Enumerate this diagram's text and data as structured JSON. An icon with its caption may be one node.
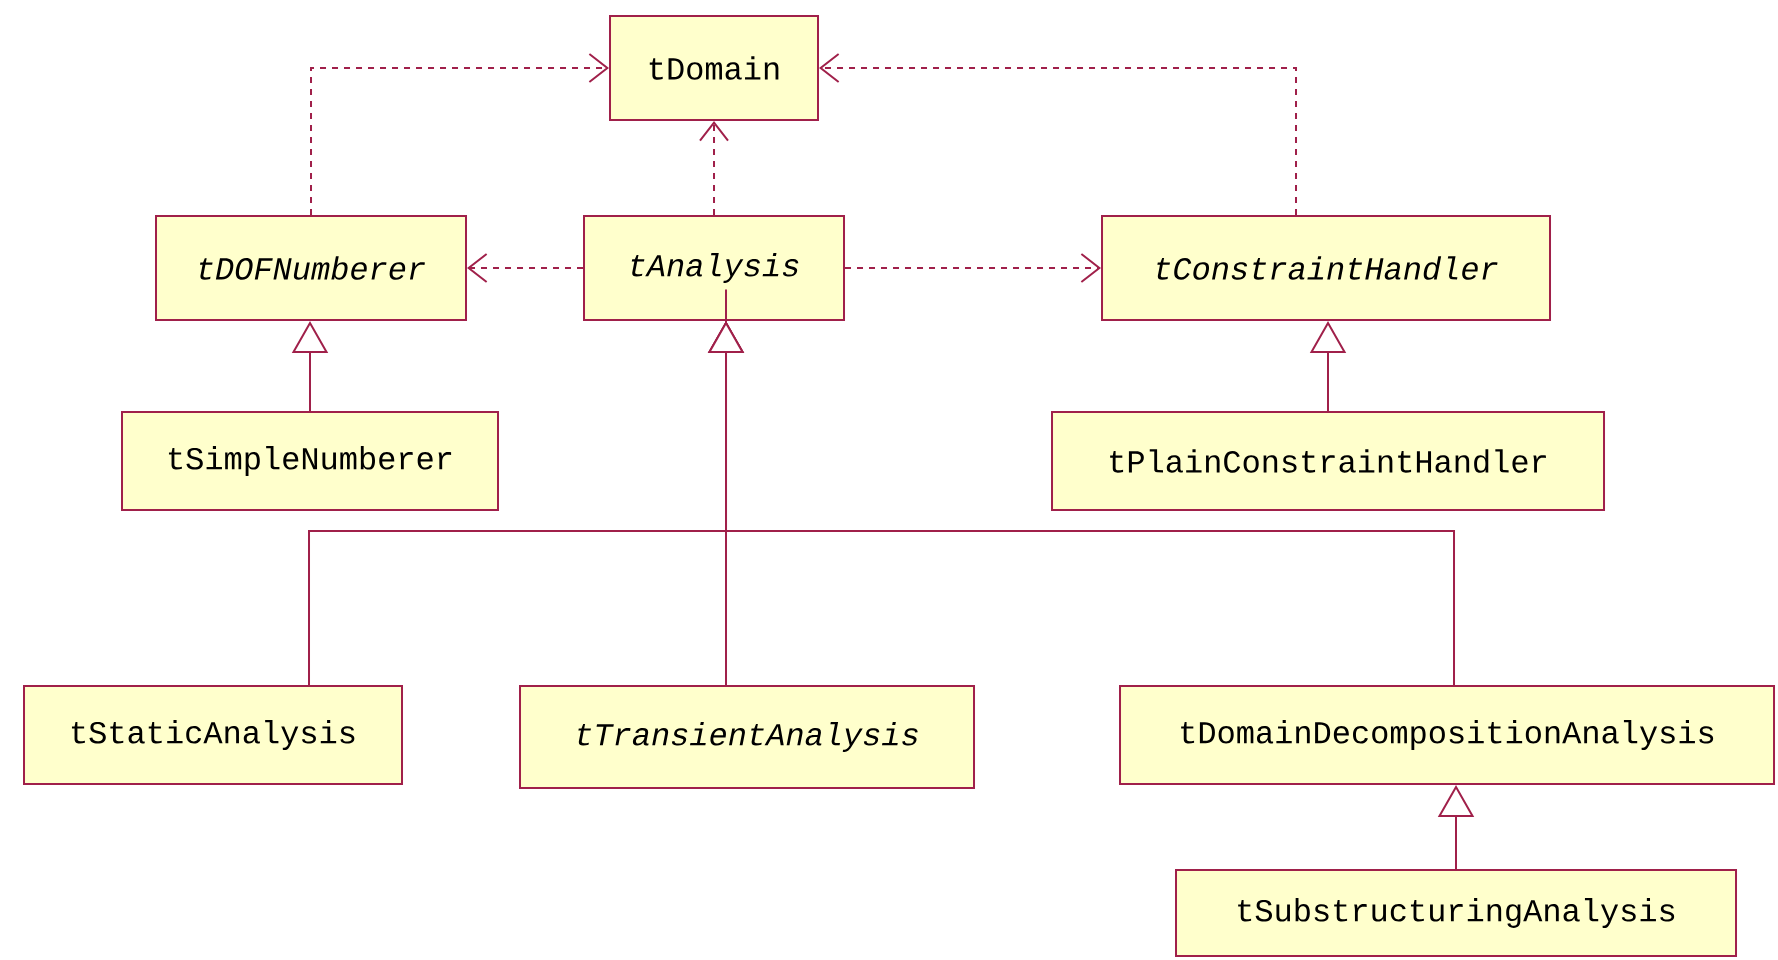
{
  "diagram": {
    "nodes": [
      {
        "text": [
          "tDomain"
        ]
      },
      {
        "text": [
          "tDOFNumberer"
        ]
      },
      {
        "text": [
          "tAnalysis"
        ]
      },
      {
        "text": [
          "tConstraintHandler"
        ]
      },
      {
        "text": [
          "tSimpleNumberer"
        ]
      },
      {
        "text": [
          "tPlainConstraintHandler"
        ]
      },
      {
        "text": [
          "tStaticAnalysis"
        ]
      },
      {
        "text": [
          "tTransientAnalysis"
        ]
      },
      {
        "text": [
          "tDomainDecompositionAnalysis"
        ]
      },
      {
        "text": [
          "tSubstructuringAnalysis"
        ]
      }
    ],
    "edges": [
      {
        "from": 1,
        "to": 0,
        "arrow": "to",
        "style": "dashed"
      },
      {
        "from": 2,
        "to": 0,
        "arrow": "to",
        "style": "dashed"
      },
      {
        "from": 3,
        "to": 0,
        "arrow": "to",
        "style": "dashed"
      },
      {
        "from": 2,
        "to": 1,
        "arrow": "to",
        "style": "dashed"
      },
      {
        "from": 2,
        "to": 3,
        "arrow": "to",
        "style": "dashed"
      },
      {
        "from": 4,
        "to": 1,
        "arrow": "to"
      },
      {
        "from": 5,
        "to": 3,
        "arrow": "to"
      },
      {
        "from": 6,
        "to": 2,
        "arrow": "to"
      },
      {
        "from": 7,
        "to": 2,
        "arrow": "to"
      },
      {
        "from": 8,
        "to": 2,
        "arrow": "to"
      },
      {
        "from": 9,
        "to": 8,
        "arrow": "to"
      }
    ]
  }
}
